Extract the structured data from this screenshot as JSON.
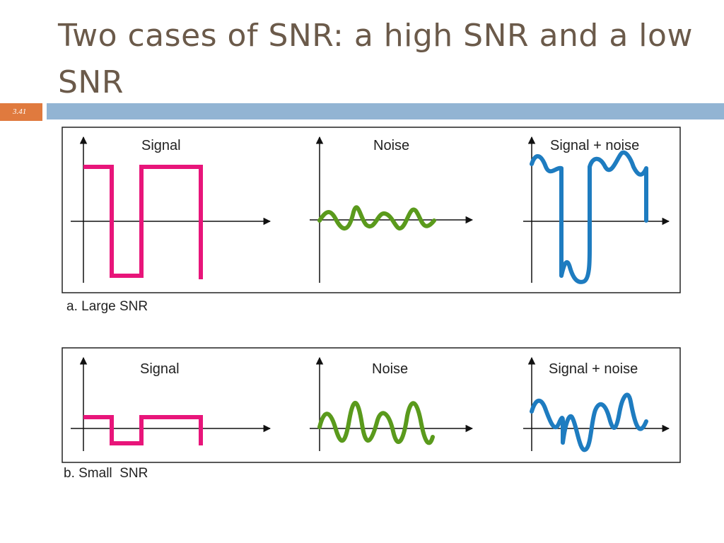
{
  "slide": {
    "title": "Two cases of SNR: a high SNR and a low SNR",
    "number": "3.41"
  },
  "colors": {
    "signal": "#e8157a",
    "noise": "#5a9a1c",
    "combined": "#1e7cc0",
    "title_text": "#6b5a4a",
    "title_bar": "#92b4d3",
    "number_badge": "#e07a3e"
  },
  "panels": [
    {
      "caption": "a. Large SNR",
      "plots": [
        {
          "label": "Signal",
          "kind": "signal",
          "amplitude": "large"
        },
        {
          "label": "Noise",
          "kind": "noise",
          "amplitude": "small"
        },
        {
          "label": "Signal + noise",
          "kind": "combined",
          "amplitude": "large"
        }
      ]
    },
    {
      "caption": "b. Small  SNR",
      "plots": [
        {
          "label": "Signal",
          "kind": "signal",
          "amplitude": "small"
        },
        {
          "label": "Noise",
          "kind": "noise",
          "amplitude": "large"
        },
        {
          "label": "Signal + noise",
          "kind": "combined",
          "amplitude": "small"
        }
      ]
    }
  ]
}
